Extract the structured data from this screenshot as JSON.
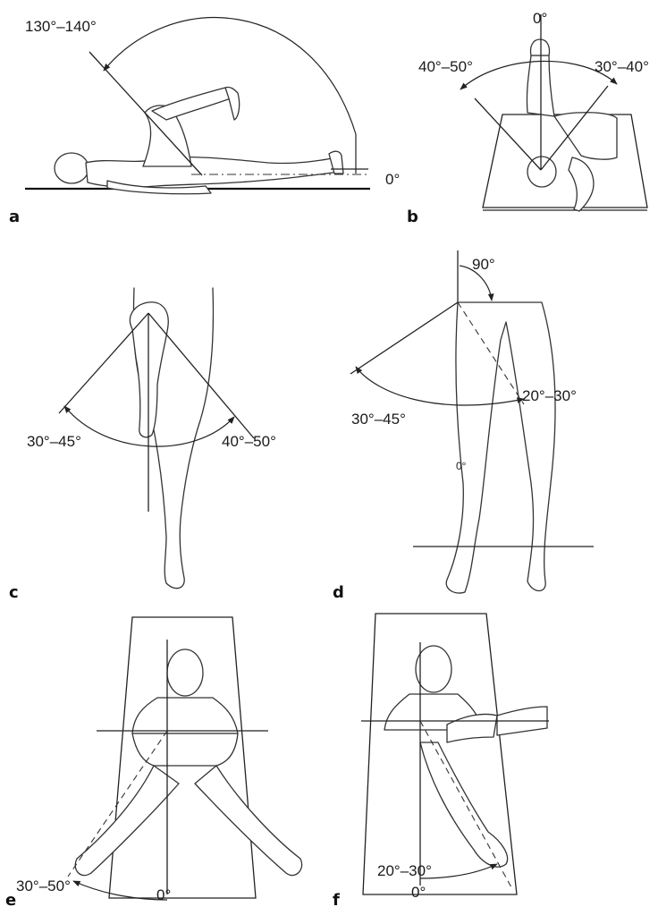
{
  "panels": {
    "a": {
      "letter": "a",
      "angle_flexion": "130°–140°",
      "angle_zero": "0°"
    },
    "b": {
      "letter": "b",
      "angle_zero": "0°",
      "angle_left": "40°–50°",
      "angle_right": "30°–40°"
    },
    "c": {
      "letter": "c",
      "angle_left": "30°–45°",
      "angle_right": "40°–50°"
    },
    "d": {
      "letter": "d",
      "angle_top": "90°",
      "angle_left": "30°–45°",
      "angle_right": "20°–30°",
      "angle_zero": "0°"
    },
    "e": {
      "letter": "e",
      "angle_left": "30°–50°",
      "angle_zero": "0°"
    },
    "f": {
      "letter": "f",
      "angle_mid": "20°–30°",
      "angle_zero": "0°"
    }
  }
}
